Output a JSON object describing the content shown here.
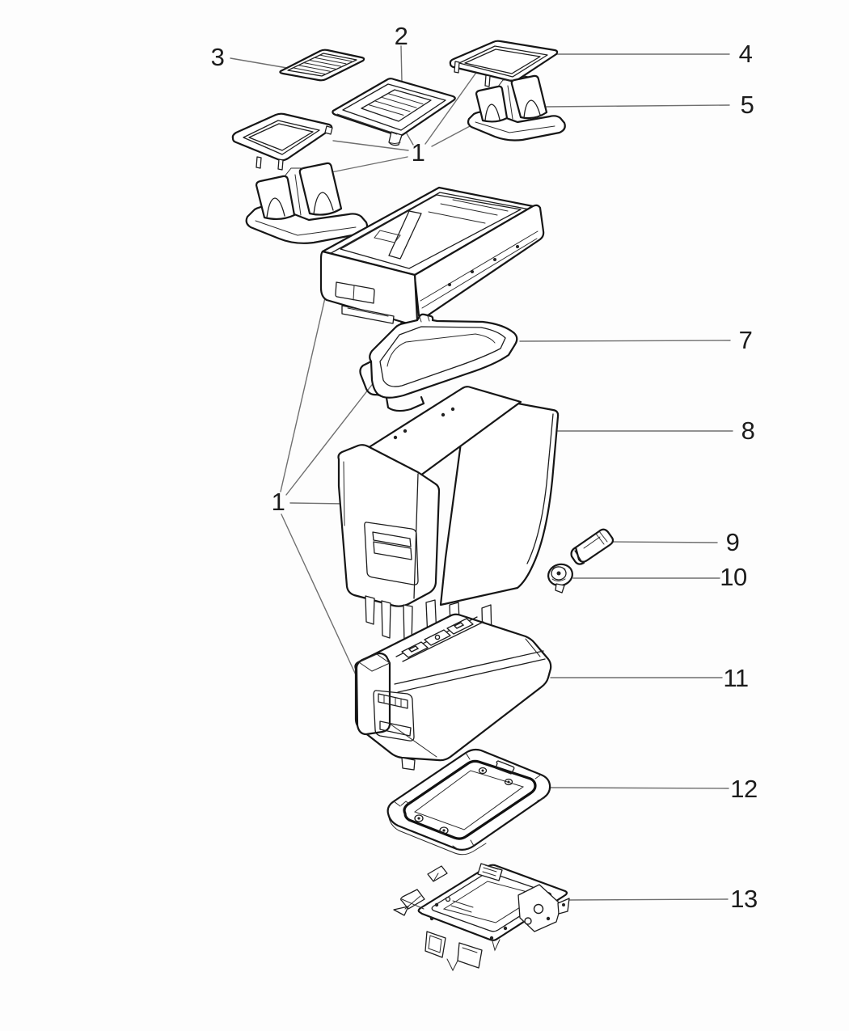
{
  "figure": {
    "callouts": [
      {
        "label": "3"
      },
      {
        "label": "2"
      },
      {
        "label": "4"
      },
      {
        "label": "5"
      },
      {
        "label": "1"
      },
      {
        "label": "7"
      },
      {
        "label": "8"
      },
      {
        "label": "1"
      },
      {
        "label": "9"
      },
      {
        "label": "10"
      },
      {
        "label": "11"
      },
      {
        "label": "12"
      },
      {
        "label": "13"
      }
    ]
  }
}
